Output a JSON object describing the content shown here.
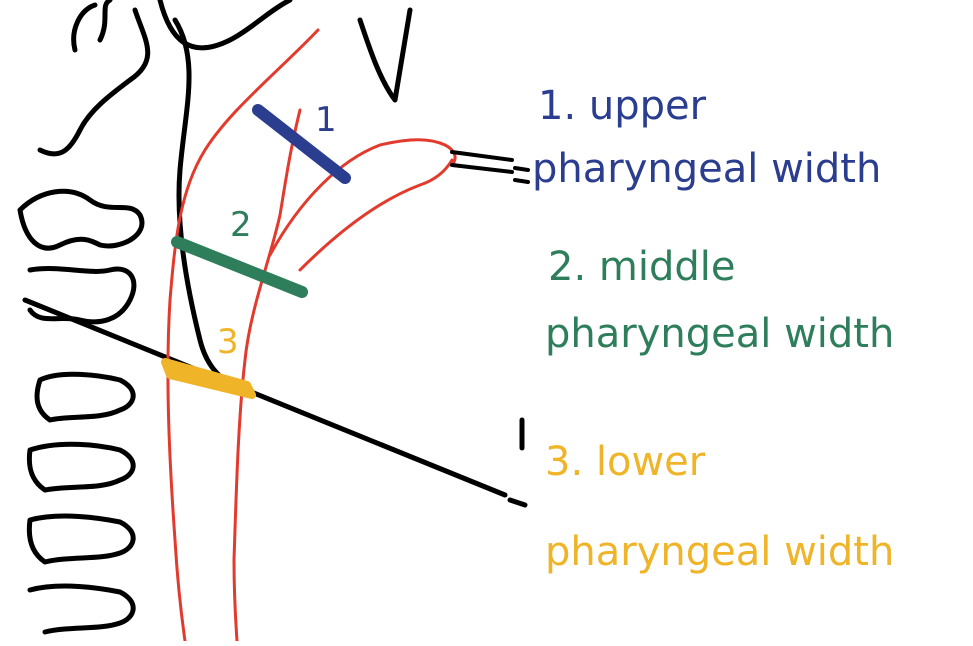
{
  "colors": {
    "upper": "#2a3d8f",
    "middle": "#2e7d5b",
    "lower": "#f0b429",
    "airway_outline": "#e23b2e",
    "anatomy_sketch": "#000000"
  },
  "markers": {
    "upper": "1",
    "middle": "2",
    "lower": "3"
  },
  "legend": {
    "upper": {
      "line1": "1. upper",
      "line2": "pharyngeal width"
    },
    "middle": {
      "line1": "2. middle",
      "line2": "pharyngeal width"
    },
    "lower": {
      "line1": "3. lower",
      "line2": "pharyngeal width"
    }
  }
}
